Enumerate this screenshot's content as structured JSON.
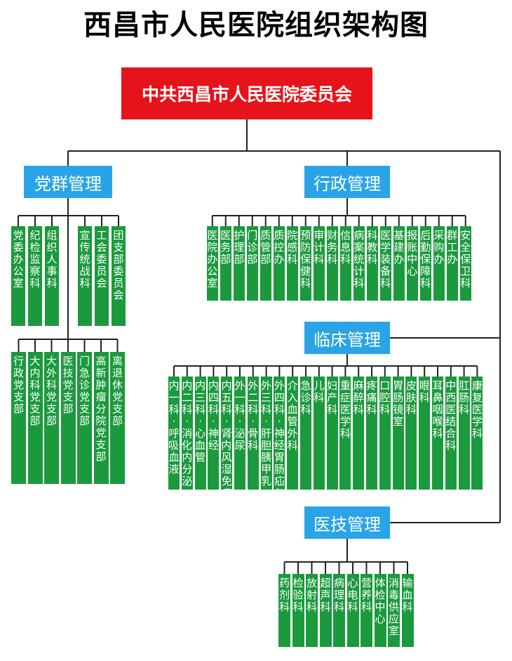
{
  "title": "西昌市人民医院组织架构图",
  "root": "中共西昌市人民医院委员会",
  "colors": {
    "root": "#e6131b",
    "category": "#2aa4e6",
    "unit": "#1a9a3c",
    "line": "#222222"
  },
  "party": {
    "label": "党群管理",
    "offices": [
      "党委办公室",
      "纪检监察科",
      "组织人事科",
      "宣传统战科",
      "工会委员会",
      "团支部委员会"
    ],
    "branches": [
      "行政党支部",
      "大内科党支部",
      "大外科党支部",
      "医技党支部",
      "门急诊党支部",
      "高新肿瘤分院党支部",
      "离退休党支部"
    ]
  },
  "admin": {
    "label": "行政管理",
    "units": [
      "医院办公室",
      "医务部",
      "护理部",
      "门诊部",
      "质管部",
      "质控办",
      "院感科",
      "预防保健科",
      "审计科",
      "财务科",
      "信息科",
      "病案统计科",
      "科教科",
      "医学装备科",
      "基建办",
      "报账中心",
      "后勤保障科",
      "采购办",
      "群工办",
      "安全保卫科"
    ]
  },
  "clinical": {
    "label": "临床管理",
    "units": [
      "内一科·呼吸、血液",
      "内二科·消化、内分泌",
      "内三科·心血管",
      "内四科·神经",
      "内五科·肾内、风湿免疫",
      "外一科·泌尿",
      "外二科·骨科",
      "外三科·肝胆胰甲乳",
      "外四科·神经胃肠疝与腹壁",
      "介入血管外科",
      "急诊科",
      "儿科",
      "妇产科",
      "重症医学科",
      "麻醉科",
      "疼痛科",
      "口腔科",
      "胃肠镜室",
      "皮肤科",
      "眼科",
      "耳鼻咽喉科",
      "中西医结合科",
      "肛肠科",
      "康复医学科"
    ]
  },
  "tech": {
    "label": "医技管理",
    "units": [
      "药剂科",
      "检验科",
      "放射科",
      "超声科",
      "病理科",
      "心电科",
      "营养科",
      "体检中心",
      "消毒供应室",
      "输血科"
    ]
  }
}
